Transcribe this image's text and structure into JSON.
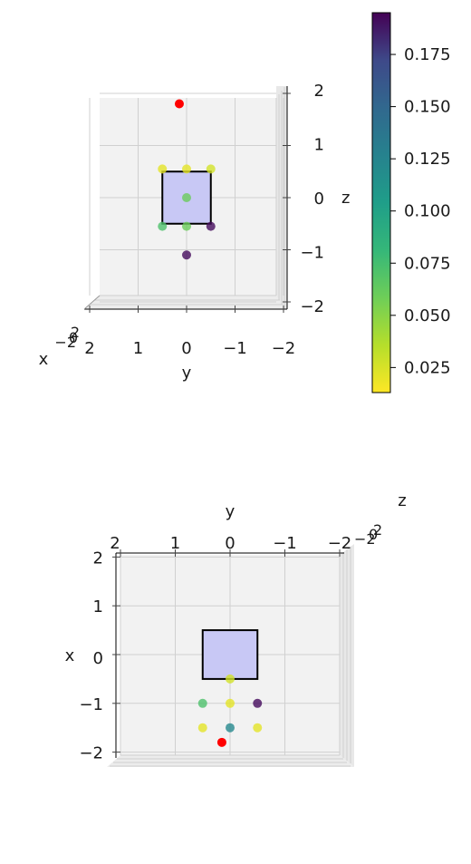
{
  "chart_data": [
    {
      "type": "scatter",
      "projection": "3d",
      "view": "looking along the x-axis",
      "axes": {
        "x": {
          "label": "x",
          "tick_labels": [
            "−2",
            "0",
            "2"
          ]
        },
        "y": {
          "label": "y",
          "tick_labels": [
            "2",
            "1",
            "0",
            "−1",
            "−2"
          ],
          "lim": [
            2,
            -2
          ]
        },
        "z": {
          "label": "z",
          "tick_labels": [
            "2",
            "1",
            "0",
            "−1",
            "−2"
          ],
          "lim": [
            -2,
            2
          ]
        }
      },
      "grid": true,
      "panes_color": "#f2f2f2",
      "square": {
        "y": [
          -0.5,
          0.5
        ],
        "z": [
          -0.5,
          0.5
        ],
        "fill": "#c8c8f5",
        "edge": "#000000"
      },
      "source_point": {
        "y": 0.15,
        "z": 1.8,
        "color": "#ff0000"
      },
      "points": [
        {
          "y": 0.5,
          "z": 0.55,
          "value": 0.02
        },
        {
          "y": 0.0,
          "z": 0.55,
          "value": 0.02
        },
        {
          "y": -0.5,
          "z": 0.55,
          "value": 0.025
        },
        {
          "y": 0.0,
          "z": 0.0,
          "value": 0.055
        },
        {
          "y": 0.5,
          "z": -0.55,
          "value": 0.065
        },
        {
          "y": 0.0,
          "z": -0.55,
          "value": 0.055
        },
        {
          "y": -0.5,
          "z": -0.55,
          "value": 0.19
        },
        {
          "y": 0.0,
          "z": -1.1,
          "value": 0.19
        }
      ]
    },
    {
      "type": "colorbar",
      "range": [
        0.013,
        0.195
      ],
      "colormap": "viridis_r",
      "tick_labels": [
        "0.175",
        "0.150",
        "0.125",
        "0.100",
        "0.075",
        "0.050",
        "0.025"
      ],
      "tick_values": [
        0.175,
        0.15,
        0.125,
        0.1,
        0.075,
        0.05,
        0.025
      ]
    },
    {
      "type": "scatter",
      "projection": "3d",
      "view": "looking down the z-axis",
      "axes": {
        "y": {
          "label": "y",
          "tick_labels": [
            "2",
            "1",
            "0",
            "−1",
            "−2"
          ],
          "lim": [
            2,
            -2
          ]
        },
        "x": {
          "label": "x",
          "tick_labels": [
            "2",
            "1",
            "0",
            "−1",
            "−2"
          ],
          "lim": [
            2,
            -2
          ]
        },
        "z": {
          "label": "z",
          "tick_labels": [
            "−2",
            "0",
            "2"
          ]
        }
      },
      "grid": true,
      "panes_color": "#f2f2f2",
      "square": {
        "y": [
          -0.5,
          0.5
        ],
        "x": [
          -0.5,
          0.5
        ],
        "fill": "#c8c8f5",
        "edge": "#000000"
      },
      "source_point": {
        "y": 0.15,
        "x": -1.8,
        "color": "#ff0000"
      },
      "points": [
        {
          "y": 0.0,
          "x": -0.5,
          "value": 0.025
        },
        {
          "y": 0.5,
          "x": -1.0,
          "value": 0.065
        },
        {
          "y": 0.0,
          "x": -1.0,
          "value": 0.02
        },
        {
          "y": -0.5,
          "x": -1.0,
          "value": 0.19
        },
        {
          "y": 0.5,
          "x": -1.5,
          "value": 0.02
        },
        {
          "y": 0.0,
          "x": -1.5,
          "value": 0.11
        },
        {
          "y": -0.5,
          "x": -1.5,
          "value": 0.02
        }
      ]
    }
  ]
}
